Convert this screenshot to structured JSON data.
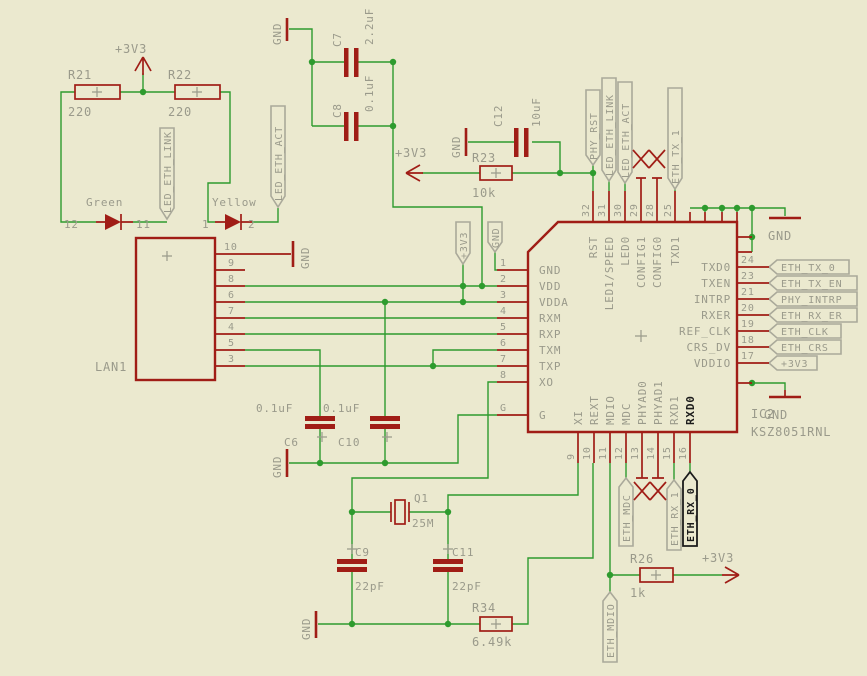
{
  "supplies": {
    "gnd": "GND",
    "p3v3": "+3V3"
  },
  "parts": {
    "r21": {
      "name": "R21",
      "value": "220"
    },
    "r22": {
      "name": "R22",
      "value": "220"
    },
    "r23": {
      "name": "R23",
      "value": "10k"
    },
    "r26": {
      "name": "R26",
      "value": "1k"
    },
    "r34": {
      "name": "R34",
      "value": "6.49k"
    },
    "c6": {
      "name": "C6",
      "value": "0.1uF"
    },
    "c7": {
      "name": "C7",
      "value": "2.2uF"
    },
    "c8": {
      "name": "C8",
      "value": "0.1uF"
    },
    "c9": {
      "name": "C9",
      "value": "22pF"
    },
    "c10": {
      "name": "C10",
      "value": "0.1uF"
    },
    "c11": {
      "name": "C11",
      "value": "22pF"
    },
    "c12": {
      "name": "C12",
      "value": "10uF"
    },
    "q1": {
      "name": "Q1",
      "value": "25M"
    },
    "led_green": {
      "label": "Green",
      "pin_left": "12",
      "pin_right": "11"
    },
    "led_yellow": {
      "label": "Yellow",
      "pin_left": "1",
      "pin_right": "2"
    },
    "lan": {
      "name": "LAN1",
      "pins": [
        "10",
        "9",
        "8",
        "6",
        "7",
        "4",
        "5",
        "3"
      ]
    },
    "ic": {
      "name": "IC2",
      "value": "KSZ8051RNL",
      "left": [
        {
          "n": "1",
          "l": "GND"
        },
        {
          "n": "2",
          "l": "VDD"
        },
        {
          "n": "3",
          "l": "VDDA"
        },
        {
          "n": "4",
          "l": "RXM"
        },
        {
          "n": "5",
          "l": "RXP"
        },
        {
          "n": "6",
          "l": "TXM"
        },
        {
          "n": "7",
          "l": "TXP"
        },
        {
          "n": "8",
          "l": "XO"
        },
        {
          "n": "G",
          "l": "G"
        }
      ],
      "right": [
        {
          "n": "24",
          "l": "TXD0"
        },
        {
          "n": "23",
          "l": "TXEN"
        },
        {
          "n": "21",
          "l": "INTRP"
        },
        {
          "n": "20",
          "l": "RXER"
        },
        {
          "n": "19",
          "l": "REF_CLK"
        },
        {
          "n": "18",
          "l": "CRS_DV"
        },
        {
          "n": "17",
          "l": "VDDIO"
        }
      ],
      "top": [
        {
          "n": "32",
          "l": "RST"
        },
        {
          "n": "31",
          "l": "LED1/SPEED"
        },
        {
          "n": "30",
          "l": "LED0"
        },
        {
          "n": "29",
          "l": "CONFIG1"
        },
        {
          "n": "28",
          "l": "CONFIG0"
        },
        {
          "n": "25",
          "l": "TXD1"
        }
      ],
      "bottom": [
        {
          "n": "9",
          "l": "XI"
        },
        {
          "n": "10",
          "l": "REXT"
        },
        {
          "n": "11",
          "l": "MDIO"
        },
        {
          "n": "12",
          "l": "MDC"
        },
        {
          "n": "13",
          "l": "PHYAD0"
        },
        {
          "n": "14",
          "l": "PHYAD1"
        },
        {
          "n": "15",
          "l": "RXD1"
        },
        {
          "n": "16",
          "l": "RXD0"
        }
      ]
    }
  },
  "net_labels": {
    "led_eth_link": "LED_ETH_LINK",
    "led_eth_act": "LED_ETH_ACT",
    "phy_rst": "PHY_RST",
    "eth_tx_1": "ETH_TX_1",
    "eth_tx_0": "ETH_TX_0",
    "eth_tx_en": "ETH_TX_EN",
    "phy_intrp": "PHY_INTRP",
    "eth_rx_er": "ETH_RX_ER",
    "eth_clk": "ETH_CLK",
    "eth_crs": "ETH_CRS",
    "p3v3": "+3V3",
    "eth_mdc": "ETH_MDC",
    "eth_rx_1": "ETH_RX_1",
    "eth_rx_0": "ETH_RX_0",
    "eth_mdio": "ETH_MDIO"
  },
  "colors": {
    "background": "#ebe9cf",
    "wire_green": "#2e9b2e",
    "symbol_red": "#a01d16",
    "text_gray": "#9a9a8b",
    "highlight_black": "#1b1b1b"
  }
}
